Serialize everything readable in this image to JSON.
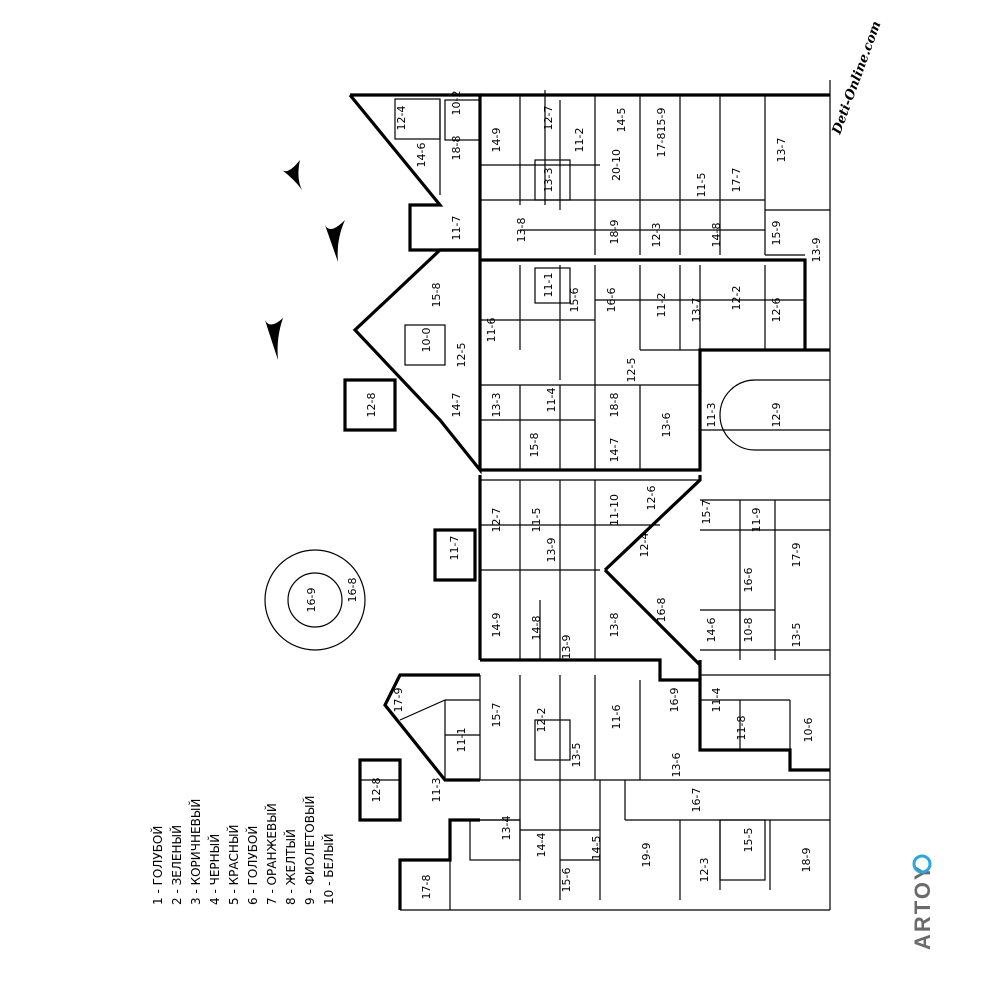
{
  "legend": [
    "1 - ГОЛУБОЙ",
    "2 - ЗЕЛЕНЫЙ",
    "3 - КОРИЧНЕВЫЙ",
    "4 - ЧЕРНЫЙ",
    "5 - КРАСНЫЙ",
    "6 - ГОЛУБОЙ",
    "7 - ОРАНЖЕВЫЙ",
    "8 - ЖЕЛТЫЙ",
    "9 - ФИОЛЕТОВЫЙ",
    "10 - БЕЛЫЙ"
  ],
  "watermark": "Deti-Online.com",
  "brand": "ARTOY",
  "sun": [
    "16-9",
    "16-8"
  ],
  "region_labels": [
    "12-4",
    "10-2",
    "14-6",
    "18-8",
    "12-7",
    "14-9",
    "11-2",
    "14-5",
    "13-3",
    "20-10",
    "15-9",
    "17-8",
    "11-5",
    "17-7",
    "13-7",
    "11-7",
    "13-8",
    "18-9",
    "12-3",
    "14-8",
    "15-9",
    "13-9",
    "15-8",
    "11-1",
    "15-6",
    "16-6",
    "12-2",
    "11-6",
    "11-2",
    "13-7",
    "12-6",
    "10-0",
    "12-5",
    "12-8",
    "14-7",
    "13-3",
    "11-4",
    "18-8",
    "12-5",
    "13-6",
    "11-3",
    "12-9",
    "15-8",
    "14-7",
    "11-7",
    "12-7",
    "11-5",
    "11-10",
    "12-6",
    "13-9",
    "15-7",
    "11-9",
    "12-4",
    "16-6",
    "17-9",
    "14-9",
    "14-8",
    "13-8",
    "16-8",
    "14-6",
    "10-8",
    "13-5",
    "13-9",
    "17-9",
    "11-1",
    "15-7",
    "12-2",
    "13-5",
    "11-6",
    "16-9",
    "11-4",
    "11-8",
    "10-6",
    "13-6",
    "12-8",
    "11-3",
    "13-4",
    "14-4",
    "14-5",
    "16-7",
    "19-9",
    "12-3",
    "15-5",
    "17-8",
    "15-6",
    "18-9"
  ]
}
